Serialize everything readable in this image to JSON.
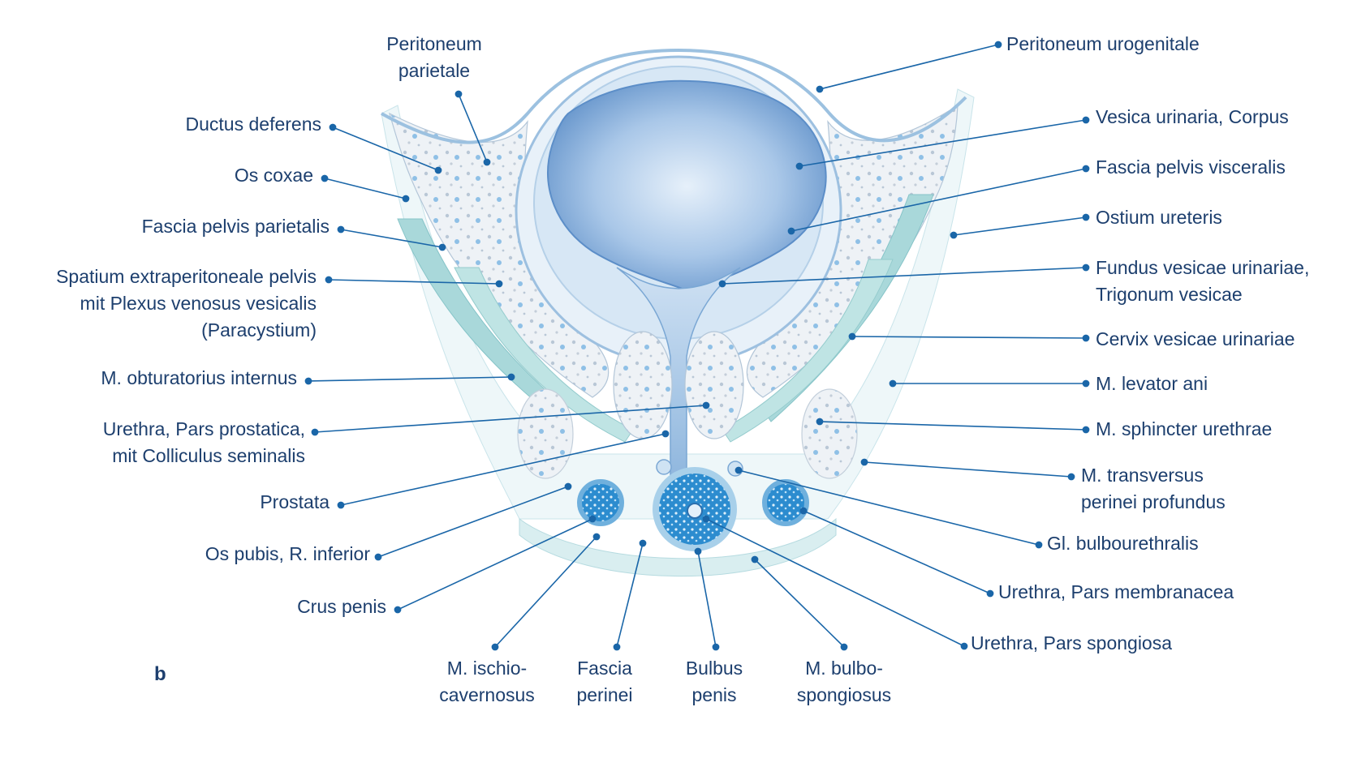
{
  "panel_label": "b",
  "colors": {
    "text": "#1d3f6e",
    "leader": "#1a66a8",
    "bladder": "#6f9fd2",
    "muscle": "#9fd3d6",
    "bone": "#e9eef4",
    "erectile": "#1f7fc4"
  },
  "labels": {
    "peritoneum_parietale": [
      "Peritoneum",
      "parietale"
    ],
    "peritoneum_urogenitale": [
      "Peritoneum urogenitale"
    ],
    "ductus_deferens": [
      "Ductus deferens"
    ],
    "os_coxae": [
      "Os coxae"
    ],
    "fascia_pelvis_parietalis": [
      "Fascia pelvis parietalis"
    ],
    "spatium_extraperitoneale": [
      "Spatium extraperitoneale pelvis",
      "mit Plexus venosus vesicalis",
      "(Paracystium)"
    ],
    "m_obturatorius": [
      "M. obturatorius internus"
    ],
    "urethra_prostatica": [
      "Urethra, Pars prostatica,",
      "mit Colliculus seminalis"
    ],
    "prostata": [
      "Prostata"
    ],
    "os_pubis": [
      "Os pubis, R. inferior"
    ],
    "crus_penis": [
      "Crus penis"
    ],
    "vesica_corpus": [
      "Vesica urinaria, Corpus"
    ],
    "fascia_visceralis": [
      "Fascia pelvis visceralis"
    ],
    "ostium_ureteris": [
      "Ostium ureteris"
    ],
    "fundus_vesicae": [
      "Fundus vesicae urinariae,",
      "Trigonum vesicae"
    ],
    "cervix_vesicae": [
      "Cervix vesicae urinariae"
    ],
    "m_levator_ani": [
      "M. levator ani"
    ],
    "m_sphincter": [
      "M. sphincter urethrae"
    ],
    "m_transversus": [
      "M. transversus",
      "perinei profundus"
    ],
    "gl_bulbourethralis": [
      "Gl. bulbourethralis"
    ],
    "urethra_membranacea": [
      "Urethra, Pars membranacea"
    ],
    "urethra_spongiosa": [
      "Urethra, Pars spongiosa"
    ],
    "m_ischiocavernosus": [
      "M. ischio-",
      "cavernosus"
    ],
    "fascia_perinei": [
      "Fascia",
      "perinei"
    ],
    "bulbus_penis": [
      "Bulbus",
      "penis"
    ],
    "m_bulbospongiosus": [
      "M. bulbo-",
      "spongiosus"
    ]
  }
}
